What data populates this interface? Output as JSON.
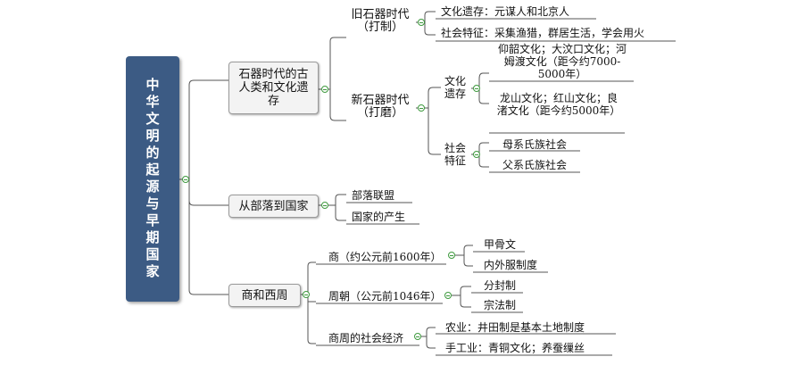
{
  "root": {
    "title": "中华文明的起源与早期国家"
  },
  "topics": {
    "stone_age": {
      "label": "石器时代的古人类和文化遗存",
      "old": {
        "label": "旧石器时代（打制）",
        "items": [
          "文化遗存：元谋人和北京人",
          "社会特征：采集渔猎，群居生活，学会用火"
        ]
      },
      "new": {
        "label": "新石器时代（打磨）",
        "heritage": {
          "label": "文化遗存",
          "items": [
            "仰韶文化；大汶口文化；河姆渡文化（距今约7000-5000年）",
            "龙山文化；红山文化；良渚文化（距今约5000年）"
          ]
        },
        "society": {
          "label": "社会特征",
          "items": [
            "母系氏族社会",
            "父系氏族社会"
          ]
        }
      }
    },
    "tribe_state": {
      "label": "从部落到国家",
      "items": [
        "部落联盟",
        "国家的产生"
      ]
    },
    "shang_zhou": {
      "label": "商和西周",
      "shang": {
        "label": "商（约公元前1600年）",
        "items": [
          "甲骨文",
          "内外服制度"
        ]
      },
      "zhou": {
        "label": "周朝（公元前1046年）",
        "items": [
          "分封制",
          "宗法制"
        ]
      },
      "economy": {
        "label": "商周的社会经济",
        "items": [
          "农业：井田制是基本土地制度",
          "手工业：青铜文化；养蚕缫丝"
        ]
      }
    }
  },
  "colors": {
    "root_fill": "#3c5b84",
    "connector": "#3f9a3f",
    "box_fill": "#f3f3f3",
    "box_border": "#9a9a9a"
  }
}
